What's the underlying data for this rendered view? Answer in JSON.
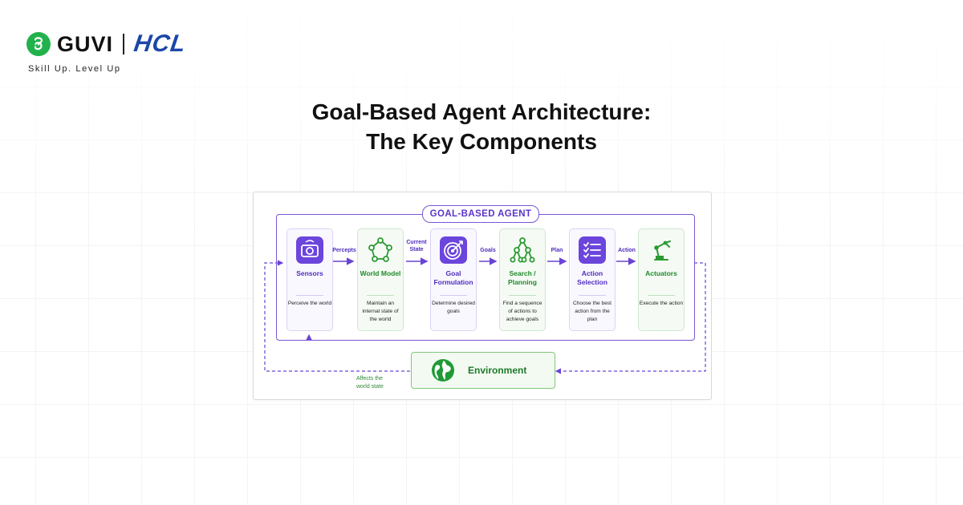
{
  "brand": {
    "guvi": "GUVI",
    "hcl": "HCL",
    "tagline": "Skill Up. Level Up"
  },
  "title": {
    "line1": "Goal-Based Agent Architecture:",
    "line2": "The Key Components"
  },
  "diagram": {
    "agent_label": "GOAL-BASED AGENT",
    "components": [
      {
        "name": "Sensors",
        "desc": "Perceive the world",
        "style": "purple",
        "icon": "camera-icon"
      },
      {
        "name": "World Model",
        "desc": "Maintain an internal state of the world",
        "style": "green",
        "icon": "network-icon"
      },
      {
        "name": "Goal Formulation",
        "desc": "Determine desired goals",
        "style": "purple",
        "icon": "target-icon"
      },
      {
        "name": "Search / Planning",
        "desc": "Find a sequence of actions to achieve goals",
        "style": "green",
        "icon": "tree-icon"
      },
      {
        "name": "Action Selection",
        "desc": "Choose the best action from the plan",
        "style": "purple",
        "icon": "checklist-icon"
      },
      {
        "name": "Actuators",
        "desc": "Execute the action",
        "style": "green",
        "icon": "robot-arm-icon"
      }
    ],
    "flows": [
      "Percepts",
      "Current State",
      "Goals",
      "Plan",
      "Action"
    ],
    "environment": "Environment",
    "affects": "Affects the world state"
  },
  "colors": {
    "purple": "#5b34c9",
    "green": "#1f8a2a",
    "hcl_blue": "#1c47a8",
    "guvi_green": "#22b24c"
  }
}
